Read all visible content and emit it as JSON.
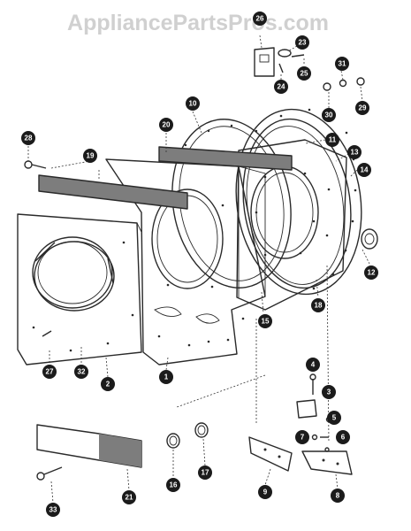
{
  "watermark": "AppliancePartsPros.com",
  "callouts": {
    "c1": "1",
    "c2": "2",
    "c3": "3",
    "c4": "4",
    "c5": "5",
    "c6": "6",
    "c7": "7",
    "c8": "8",
    "c9": "9",
    "c10": "10",
    "c11": "11",
    "c12": "12",
    "c13": "13",
    "c14": "14",
    "c15": "15",
    "c16": "16",
    "c17": "17",
    "c18": "18",
    "c19": "19",
    "c20": "20",
    "c21": "21",
    "c23": "23",
    "c24": "24",
    "c25": "25",
    "c26": "26",
    "c27": "27",
    "c28": "28",
    "c29": "29",
    "c30": "30",
    "c31": "31",
    "c32": "32",
    "c33": "33"
  },
  "colors": {
    "ink": "#2a2a2a",
    "callout_fill": "#1b1b1b",
    "watermark": "#d0d0d0"
  }
}
